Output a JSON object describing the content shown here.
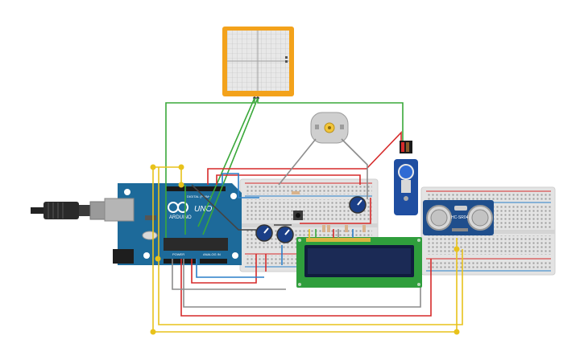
{
  "arduino": {
    "brand": "ARDUINO",
    "model": "UNO",
    "label_digital": "DIGITAL (PWM~)",
    "label_power": "POWER",
    "label_analog": "ANALOG IN",
    "color_board": "#1d6a9a"
  },
  "ultrasonic": {
    "model": "HC-SR04",
    "color_board": "#1f4e8c"
  },
  "lcd": {
    "color_pcb": "#2f9e3c",
    "color_screen": "#1b2a55"
  },
  "oscilloscope": {
    "color_frame": "#f3a21b"
  },
  "wires": {
    "green": "#3aa83a",
    "red": "#d62a2a",
    "yellow": "#e8c21b",
    "gray": "#8c8c8c",
    "blue": "#2a7fc9",
    "dark": "#444444"
  },
  "icons": [
    "usb-plug-icon",
    "dc-motor-icon",
    "servo-icon",
    "potentiometer-icon",
    "pushbutton-icon"
  ]
}
